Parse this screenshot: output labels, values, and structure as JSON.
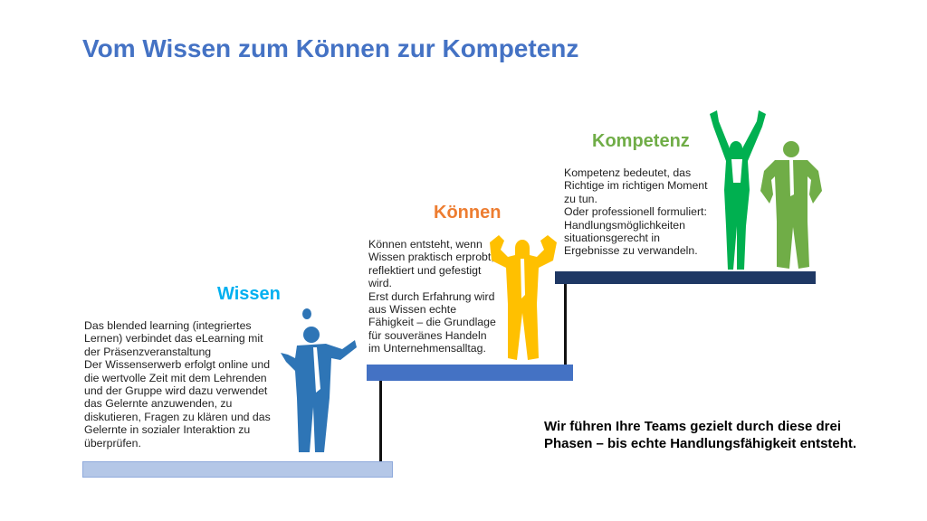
{
  "title": "Vom Wissen zum Können zur Kompetenz",
  "stages": [
    {
      "heading": "Wissen",
      "color": "#00b0f0",
      "figure_color": "#2e75b6",
      "text": "Das blended learning (integriertes\nLernen) verbindet das eLearning mit\nder Präsenzveranstaltung\nDer Wissenserwerb  erfolgt online und\ndie wertvolle Zeit mit dem Lehrenden\nund der Gruppe wird dazu verwendet\ndas Gelernte anzuwenden, zu\ndiskutieren, Fragen zu klären und das\nGelernte in sozialer Interaktion zu\nüberprüfen."
    },
    {
      "heading": "Können",
      "color": "#ed7d31",
      "figure_color": "#ffc000",
      "text": "Können entsteht, wenn\nWissen praktisch erprobt,\nreflektiert und gefestigt\nwird.\nErst durch Erfahrung wird\naus Wissen echte\nFähigkeit – die Grundlage\nfür souveränes Handeln\nim Unternehmensalltag."
    },
    {
      "heading": "Kompetenz",
      "color": "#70ad47",
      "figure_color": "#00b050",
      "text": "Kompetenz bedeutet, das\nRichtige im richtigen Moment\nzu tun.\nOder professionell formuliert:\nHandlungsmöglichkeiten\nsituationsgerecht  in\nErgebnisse  zu verwandeln."
    }
  ],
  "closing": "Wir führen Ihre Teams gezielt durch diese drei Phasen – bis echte Handlungsfähigkeit entsteht."
}
